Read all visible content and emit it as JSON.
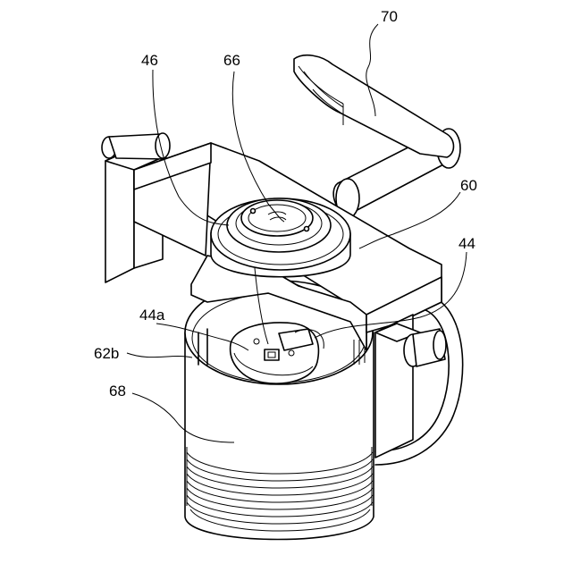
{
  "labels": {
    "l70": "70",
    "l46": "46",
    "l66": "66",
    "l60": "60",
    "l44": "44",
    "l44a": "44a",
    "l62b": "62b",
    "l68": "68"
  }
}
